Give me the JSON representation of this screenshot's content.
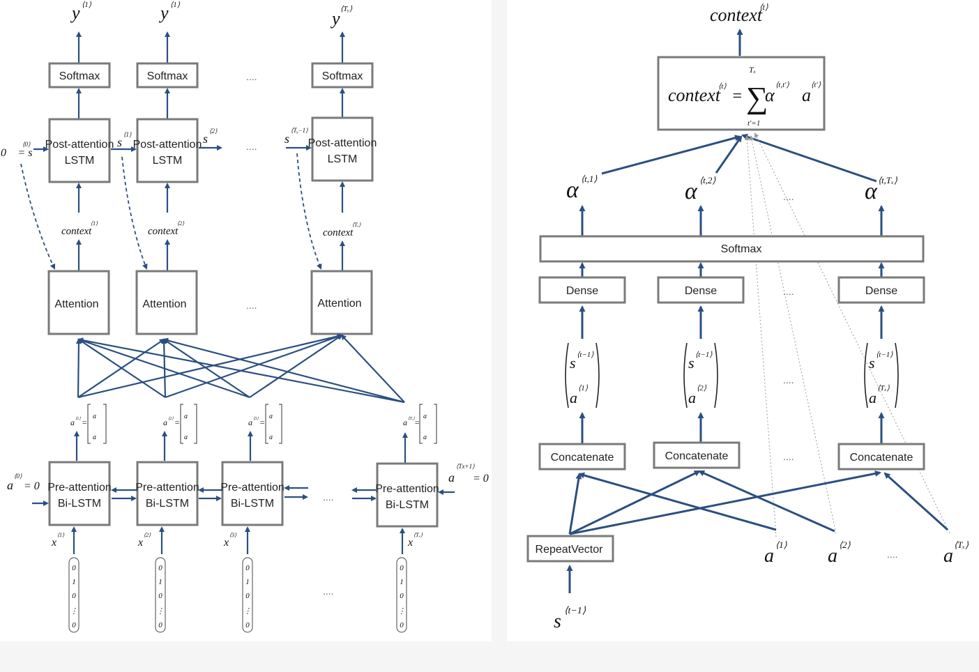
{
  "left": {
    "softmax": "Softmax",
    "post": [
      "Post-attention",
      "LSTM"
    ],
    "attention": "Attention",
    "pre": [
      "Pre-attention",
      "Bi-LSTM"
    ],
    "y_base": "y",
    "y1_sup": "⟨1⟩",
    "y2_sup": "⟨1⟩",
    "y3_sup": "⟨Tᵧ⟩",
    "s_base": "s",
    "s0_label": "0⃗ = s",
    "s0_sup": "⟨0⟩",
    "s1_sup": "⟨1⟩",
    "s2_sup": "⟨2⟩",
    "s3_sup": "⟨Tᵧ−1⟩",
    "context_base": "context",
    "c1_sup": "⟨1⟩",
    "c2_sup": "⟨2⟩",
    "c3_sup": "⟨Tᵧ⟩",
    "a_base": "a",
    "a_eq": "=",
    "a1_sup": "⟨1⟩",
    "a2_sup": "⟨2⟩",
    "a3_sup": "⟨3⟩",
    "a4_sup": "⟨Tₓ⟩",
    "a0_label": "a",
    "a0_sup": "⟨0⟩",
    "a0_rhs": "= 0⃗",
    "aend_sup": "⟨Tx+1⟩",
    "aend_rhs": "= 0⃗",
    "x_base": "x",
    "x1_sup": "⟨1⟩",
    "x2_sup": "⟨2⟩",
    "x3_sup": "⟨3⟩",
    "x4_sup": "⟨Tₓ⟩",
    "onehot": [
      "0",
      "1",
      "0",
      "⋮",
      "0"
    ],
    "ellipsis": "...."
  },
  "right": {
    "context_base": "context",
    "context_sup": "⟨t⟩",
    "formula_lhs": "context",
    "formula_lhs_sup": "⟨t⟩",
    "formula_eq": "=",
    "sum_top": "Tₓ",
    "sum_bottom": "t'=1",
    "formula_alpha": "α",
    "formula_alpha_sup": "⟨t,t'⟩",
    "formula_a": "a",
    "formula_a_sup": "⟨t'⟩",
    "alpha_base": "α",
    "alpha1_sup": "⟨t,1⟩",
    "alpha2_sup": "⟨t,2⟩",
    "alpha3_sup": "⟨t,Tₓ⟩",
    "softmax": "Softmax",
    "dense": "Dense",
    "concat": "Concatenate",
    "repeat": "RepeatVector",
    "s_base": "s",
    "s_sup": "⟨t−1⟩",
    "vec_a_sup1": "⟨1⟩",
    "vec_a_sup2": "⟨2⟩",
    "vec_a_sup3": "⟨Tₓ⟩",
    "a_base": "a",
    "a1_sup": "⟨1⟩",
    "a2_sup": "⟨2⟩",
    "a3_sup": "⟨Tₓ⟩",
    "ellipsis": "...."
  }
}
